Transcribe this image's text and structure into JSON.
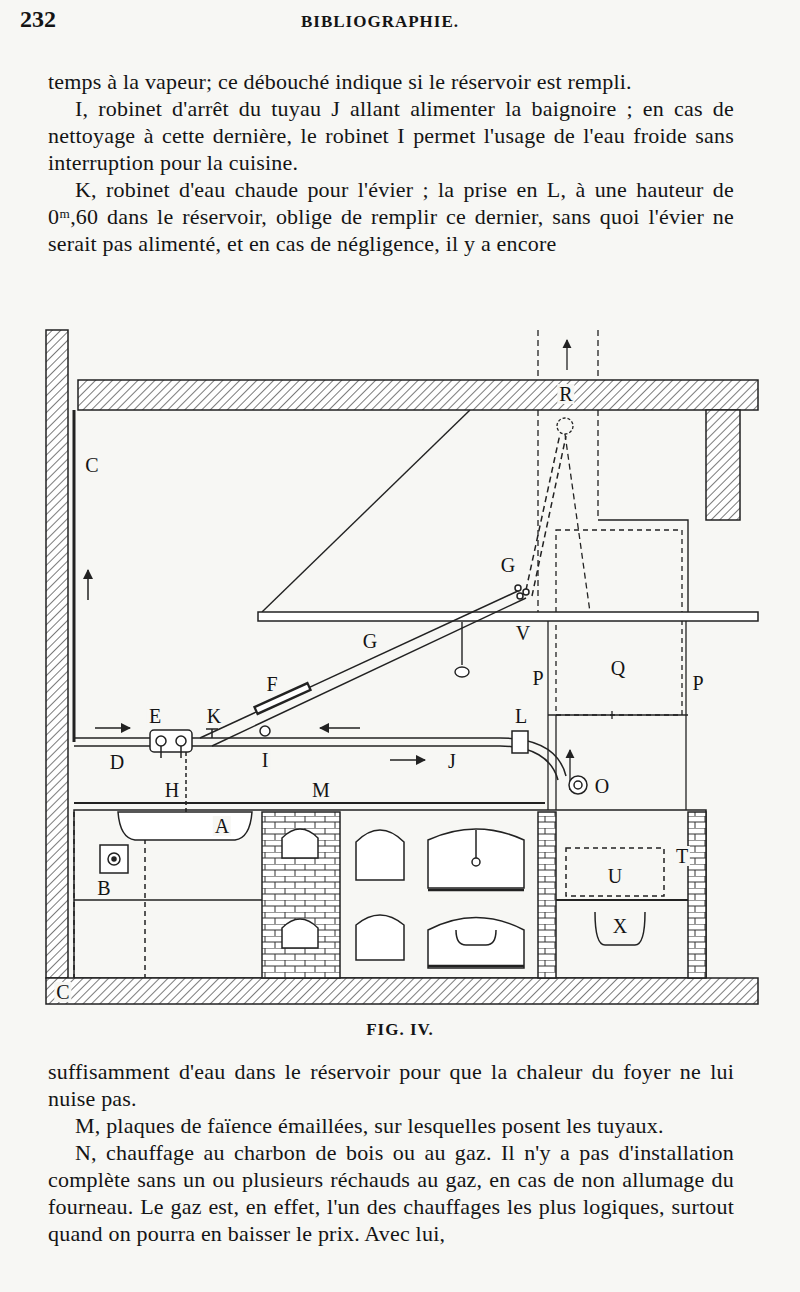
{
  "diagram": {
    "title": "BIBLIOGRAPHIE.",
    "caption": "FIG. IV.",
    "labels": [
      "232",
      "temps à la vapeur; ce débouché indique si le réservoir est rempli.",
      "I, robinet d'arrêt du tuyau J allant alimenter la baignoire ; en cas de nettoyage à cette dernière, le robinet I permet l'usage de l'eau froide sans interruption pour la cuisine.",
      "K, robinet d'eau chaude pour l'évier ; la prise en L, à une hauteur de 0ᵐ,60 dans le réservoir, oblige de remplir ce dernier, sans quoi l'évier ne serait pas alimenté, et en cas de négligence, il y a encore",
      "R",
      "C",
      "G",
      "G",
      "V",
      "Q",
      "P",
      "P",
      "F",
      "E",
      "K",
      "L",
      "D",
      "I",
      "J",
      "O",
      "H",
      "M",
      "A",
      "B",
      "T",
      "U",
      "X",
      "C",
      "suffisamment d'eau dans le réservoir pour que la chaleur du foyer ne lui nuise pas.",
      "M, plaques de faïence émaillées, sur lesquelles posent les tuyaux.",
      "N, chauffage au charbon de bois ou au gaz. Il n'y a pas d'installation complète sans un ou plusieurs réchauds au gaz, en cas de non allumage du fourneau. Le gaz est, en effet, l'un des chauffages les plus logiques, surtout quand on pourra en baisser le prix. Avec lui,"
    ]
  }
}
